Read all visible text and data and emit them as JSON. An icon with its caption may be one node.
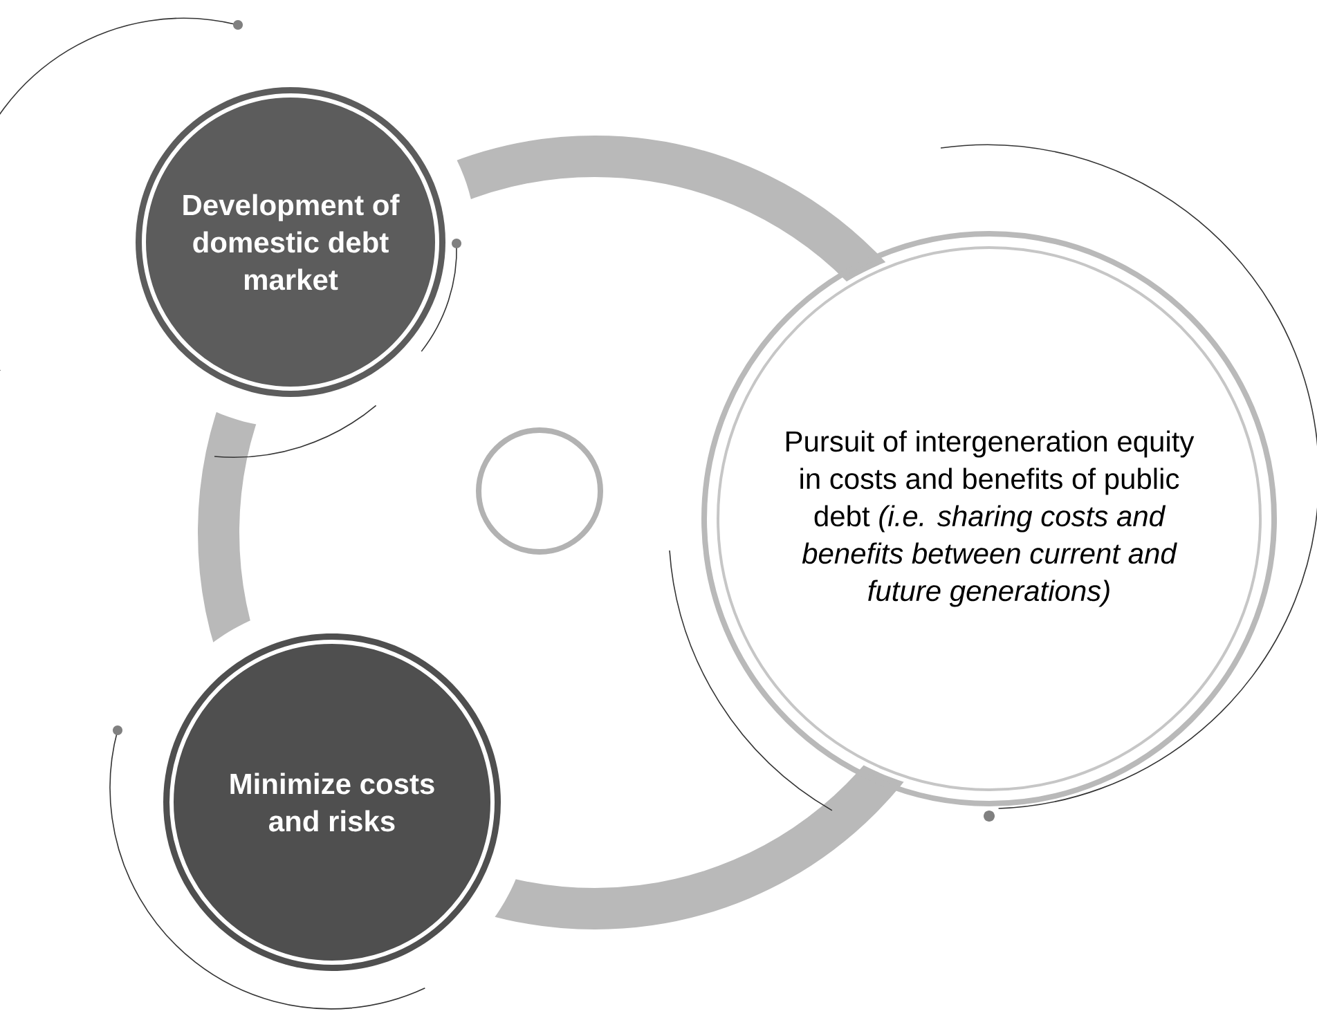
{
  "diagram": {
    "nodes": [
      {
        "text": [
          "Development of domestic debt market"
        ]
      },
      {
        "text": [
          "Minimize costs and risks"
        ]
      },
      {
        "text": [
          "Pursuit of intergeneration equity in costs and benefits of public debt *(i.e. sharing costs and benefits between current and future generations)*"
        ]
      },
      {
        "text": [],
        "shape": "circle"
      }
    ]
  }
}
